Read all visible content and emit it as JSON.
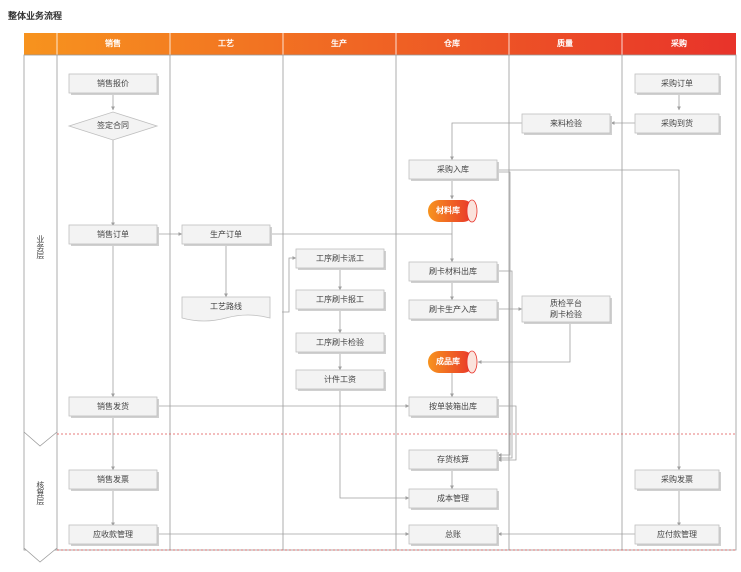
{
  "title": "整体业务流程",
  "lanes": [
    {
      "key": "sales",
      "label": "销售"
    },
    {
      "key": "process",
      "label": "工艺"
    },
    {
      "key": "production",
      "label": "生产"
    },
    {
      "key": "warehouse",
      "label": "仓库"
    },
    {
      "key": "quality",
      "label": "质量"
    },
    {
      "key": "purchase",
      "label": "采购"
    }
  ],
  "layers": {
    "business": "业务层",
    "accounting": "核算层"
  },
  "nodes": {
    "sales_quote": "销售报价",
    "sign_contract": "签定合同",
    "sales_order": "销售订单",
    "sales_ship": "销售发货",
    "sales_invoice": "销售发票",
    "ar_mgmt": "应收款管理",
    "prod_order": "生产订单",
    "routing": "工艺路线",
    "dispatch": "工序刷卡派工",
    "report": "工序刷卡报工",
    "inspect": "工序刷卡检验",
    "piece_wage": "计件工资",
    "purchase_in": "采购入库",
    "material_store": "材料库",
    "card_out": "刷卡材料出库",
    "card_in": "刷卡生产入库",
    "finished_store": "成品库",
    "pack_out": "按单装箱出库",
    "inventory_calc": "存货核算",
    "cost_mgmt": "成本管理",
    "ledger": "总账",
    "incoming_inspect": "来料检验",
    "qc_platform": "质检平台",
    "qc_card": "刷卡检验",
    "purchase_order": "采购订单",
    "purchase_arrive": "采购到货",
    "purchase_invoice": "采购发票",
    "ap_mgmt": "应付款管理"
  }
}
